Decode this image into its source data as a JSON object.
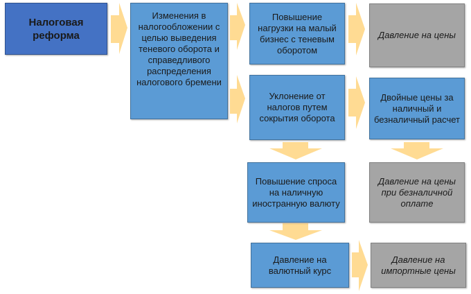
{
  "diagram": {
    "nodes": [
      {
        "id": "tax-reform",
        "text": "Налоговая реформа",
        "style": "dark"
      },
      {
        "id": "tax-changes",
        "text": "Изменения в налогообложении с целью выведения теневого оборота и справедливого распределения налогового бремени",
        "style": "blue"
      },
      {
        "id": "small-business-load",
        "text": "Повышение нагрузки на малый бизнес с теневым оборотом",
        "style": "blue"
      },
      {
        "id": "price-pressure",
        "text": "Давление на цены",
        "style": "gray"
      },
      {
        "id": "tax-evasion",
        "text": "Уклонение от налогов путем сокрытия оборота",
        "style": "blue"
      },
      {
        "id": "dual-prices",
        "text": "Двойные цены за наличный и безналичный расчет",
        "style": "blue"
      },
      {
        "id": "fx-cash-demand",
        "text": "Повышение спроса на наличную иностранную валюту",
        "style": "blue"
      },
      {
        "id": "cashless-price-pressure",
        "text": "Давление на цены при безналичной оплате",
        "style": "gray"
      },
      {
        "id": "fx-rate-pressure",
        "text": "Давление на валютный курс",
        "style": "blue"
      },
      {
        "id": "import-price-pressure",
        "text": "Давление на импортные цены",
        "style": "gray"
      }
    ],
    "edges": [
      {
        "from": "tax-reform",
        "to": "tax-changes"
      },
      {
        "from": "tax-changes",
        "to": "small-business-load"
      },
      {
        "from": "tax-changes",
        "to": "tax-evasion"
      },
      {
        "from": "small-business-load",
        "to": "price-pressure"
      },
      {
        "from": "tax-evasion",
        "to": "dual-prices"
      },
      {
        "from": "tax-evasion",
        "to": "fx-cash-demand"
      },
      {
        "from": "dual-prices",
        "to": "cashless-price-pressure"
      },
      {
        "from": "fx-cash-demand",
        "to": "fx-rate-pressure"
      },
      {
        "from": "fx-rate-pressure",
        "to": "import-price-pressure"
      }
    ],
    "colors": {
      "dark_box": "#4472C4",
      "blue_box": "#5B9BD5",
      "gray_box": "#A5A5A5",
      "arrow": "#FFD580"
    }
  }
}
